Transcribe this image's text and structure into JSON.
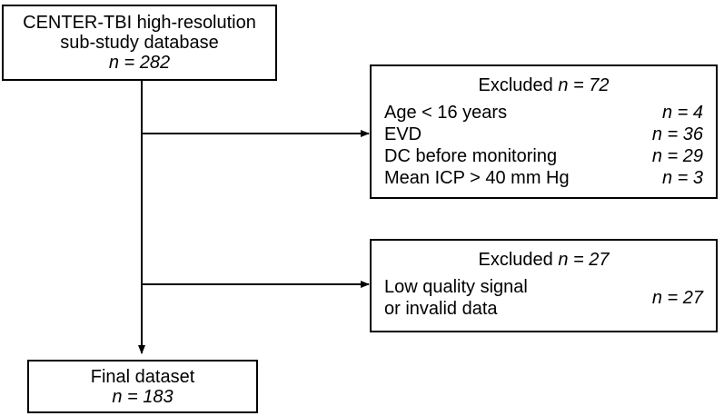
{
  "source_box": {
    "line1": "CENTER-TBI high-resolution",
    "line2": "sub-study database",
    "n": "n = 282"
  },
  "exclusion_1": {
    "title_prefix": "Excluded ",
    "title_n": "n = 72",
    "rows": [
      {
        "reason": "Age < 16 years",
        "count": "n = 4"
      },
      {
        "reason": "EVD",
        "count": "n = 36"
      },
      {
        "reason": "DC before monitoring",
        "count": "n = 29"
      },
      {
        "reason": "Mean ICP > 40 mm Hg",
        "count": "n = 3"
      }
    ]
  },
  "exclusion_2": {
    "title_prefix": "Excluded ",
    "title_n": "n = 27",
    "reason_line1": "Low quality signal",
    "reason_line2": "or invalid data",
    "count": "n = 27"
  },
  "final_box": {
    "line1": "Final dataset",
    "n": "n = 183"
  },
  "colors": {
    "line": "#000000",
    "box_border": "#000000",
    "background": "#ffffff"
  }
}
